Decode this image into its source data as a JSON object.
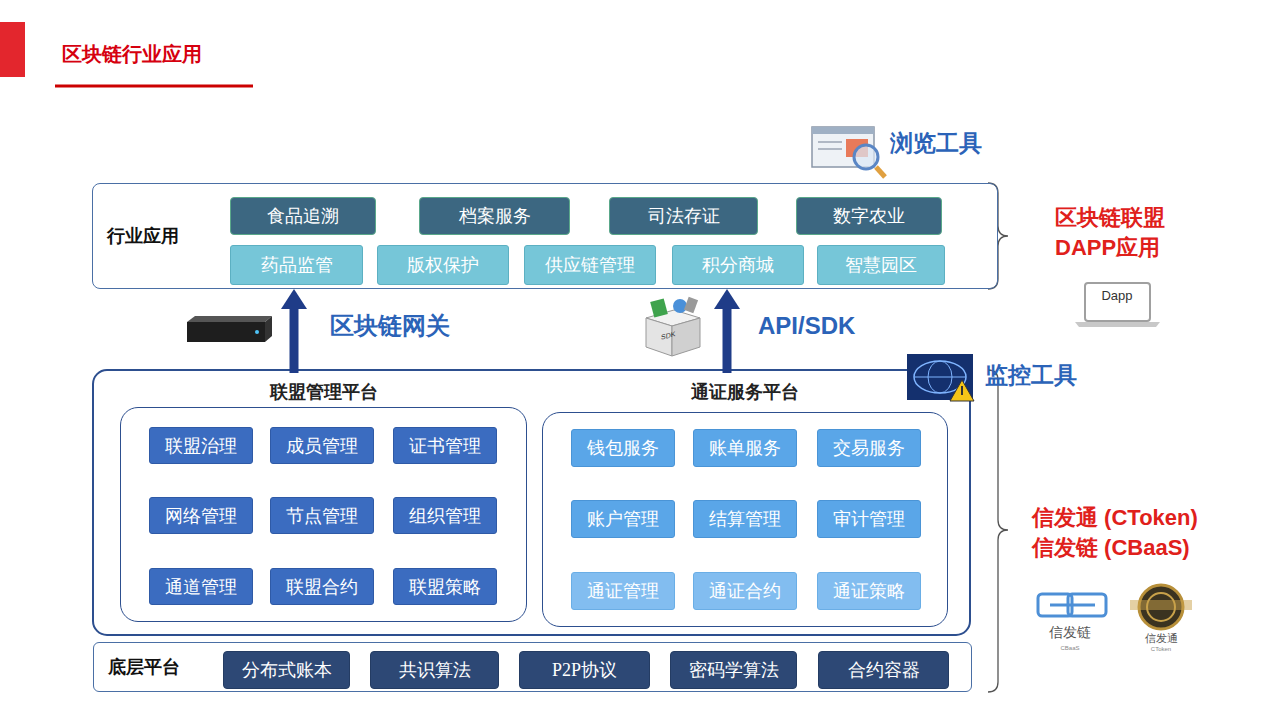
{
  "diagram": {
    "title": "区块链行业应用",
    "nodes": [
      {
        "text": [
          "行业应用"
        ]
      },
      {
        "text": [
          "食品追溯"
        ],
        "in": 0
      },
      {
        "text": [
          "档案服务"
        ],
        "in": 0
      },
      {
        "text": [
          "司法存证"
        ],
        "in": 0
      },
      {
        "text": [
          "数字农业"
        ],
        "in": 0
      },
      {
        "text": [
          "药品监管"
        ],
        "in": 0
      },
      {
        "text": [
          "版权保护"
        ],
        "in": 0
      },
      {
        "text": [
          "供应链管理"
        ],
        "in": 0
      },
      {
        "text": [
          "积分商城"
        ],
        "in": 0
      },
      {
        "text": [
          "智慧园区"
        ],
        "in": 0
      },
      {
        "text": [
          "联盟管理平台"
        ]
      },
      {
        "text": [
          "联盟治理"
        ],
        "in": 10
      },
      {
        "text": [
          "成员管理"
        ],
        "in": 10
      },
      {
        "text": [
          "证书管理"
        ],
        "in": 10
      },
      {
        "text": [
          "网络管理"
        ],
        "in": 10
      },
      {
        "text": [
          "节点管理"
        ],
        "in": 10
      },
      {
        "text": [
          "组织管理"
        ],
        "in": 10
      },
      {
        "text": [
          "通道管理"
        ],
        "in": 10
      },
      {
        "text": [
          "联盟合约"
        ],
        "in": 10
      },
      {
        "text": [
          "联盟策略"
        ],
        "in": 10
      },
      {
        "text": [
          "通证服务平台"
        ]
      },
      {
        "text": [
          "钱包服务"
        ],
        "in": 20
      },
      {
        "text": [
          "账单服务"
        ],
        "in": 20
      },
      {
        "text": [
          "交易服务"
        ],
        "in": 20
      },
      {
        "text": [
          "账户管理"
        ],
        "in": 20
      },
      {
        "text": [
          "结算管理"
        ],
        "in": 20
      },
      {
        "text": [
          "审计管理"
        ],
        "in": 20
      },
      {
        "text": [
          "通证管理"
        ],
        "in": 20
      },
      {
        "text": [
          "通证合约"
        ],
        "in": 20
      },
      {
        "text": [
          "通证策略"
        ],
        "in": 20
      },
      {
        "text": [
          "底层平台"
        ]
      },
      {
        "text": [
          "分布式账本"
        ],
        "in": 30
      },
      {
        "text": [
          "共识算法"
        ],
        "in": 30
      },
      {
        "text": [
          "P2P协议"
        ],
        "in": 30
      },
      {
        "text": [
          "密码学算法"
        ],
        "in": 30
      },
      {
        "text": [
          "合约容器"
        ],
        "in": 30
      }
    ],
    "edges": [
      {
        "from": 10,
        "to": 0,
        "arrow": "to",
        "label": "区块链网关"
      },
      {
        "from": 20,
        "to": 0,
        "arrow": "to",
        "label": "API/SDK"
      }
    ],
    "labels": [
      "浏览工具",
      "区块链联盟 DAPP应用",
      "Dapp",
      "SDK",
      "监控工具",
      "信发通 (CToken)",
      "信发链 (CBaaS)",
      "信发链",
      "CBaaS",
      "信发通",
      "CToken"
    ]
  }
}
